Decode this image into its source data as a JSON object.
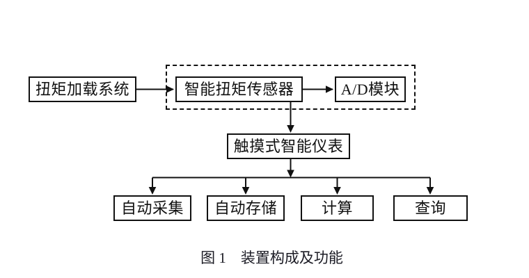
{
  "figure": {
    "caption_label": "图 1",
    "caption_title": "装置构成及功能",
    "caption_full": "图 1    装置构成及功能",
    "background_color": "#ffffff",
    "line_color": "#111111"
  },
  "nodes": {
    "torque_loading_system": {
      "label": "扭矩加载系统"
    },
    "smart_torque_sensor": {
      "label": "智能扭矩传感器"
    },
    "ad_module": {
      "label": "A/D模块"
    },
    "touch_smart_instrument": {
      "label": "触摸式智能仪表"
    },
    "auto_collection": {
      "label": "自动采集"
    },
    "auto_storage": {
      "label": "自动存储"
    },
    "calculation": {
      "label": "计算"
    },
    "query": {
      "label": "查询"
    }
  },
  "groups": {
    "sensor_group": {
      "label": ""
    }
  },
  "edges": [
    {
      "name": "torque-loading-to-sensor",
      "from": "torque_loading_system",
      "to": "smart_torque_sensor"
    },
    {
      "name": "sensor-to-ad-module",
      "from": "smart_torque_sensor",
      "to": "ad_module"
    },
    {
      "name": "sensor-group-to-instrument",
      "from": "smart_torque_sensor",
      "to": "touch_smart_instrument"
    },
    {
      "name": "instrument-to-auto-collection",
      "from": "touch_smart_instrument",
      "to": "auto_collection"
    },
    {
      "name": "instrument-to-auto-storage",
      "from": "touch_smart_instrument",
      "to": "auto_storage"
    },
    {
      "name": "instrument-to-calculation",
      "from": "touch_smart_instrument",
      "to": "calculation"
    },
    {
      "name": "instrument-to-query",
      "from": "touch_smart_instrument",
      "to": "query"
    }
  ]
}
